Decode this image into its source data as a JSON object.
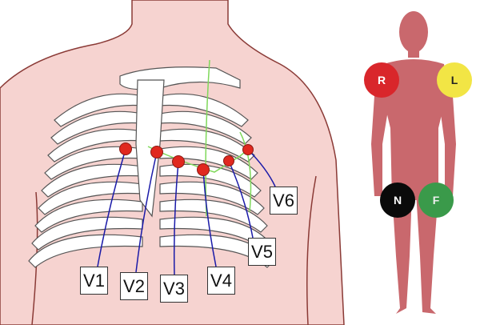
{
  "precordial_leads": [
    {
      "label": "V1"
    },
    {
      "label": "V2"
    },
    {
      "label": "V3"
    },
    {
      "label": "V4"
    },
    {
      "label": "V5"
    },
    {
      "label": "V6"
    }
  ],
  "limb_leads": [
    {
      "label": "R",
      "color": "#d9262b"
    },
    {
      "label": "L",
      "color": "#f2e545"
    },
    {
      "label": "N",
      "color": "#0a0a0a"
    },
    {
      "label": "F",
      "color": "#3a9a4a"
    }
  ],
  "colors": {
    "skin": "#f6d3d0",
    "body_silhouette": "#c9686d",
    "electrode": "#e0281f",
    "wire": "#1a1aa8",
    "guide": "#7fd85a"
  }
}
